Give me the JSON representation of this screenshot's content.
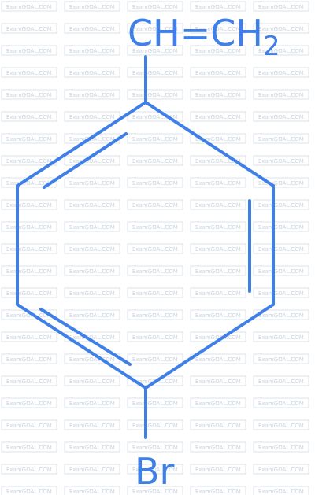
{
  "watermark": {
    "text": "ExamGOAL.COM"
  },
  "molecule": {
    "top_group": {
      "main": "CH=CH",
      "subscript": "2"
    },
    "bottom_group": "Br"
  },
  "colors": {
    "structure": "#3f7fe8",
    "watermark": "#c9d3df"
  }
}
